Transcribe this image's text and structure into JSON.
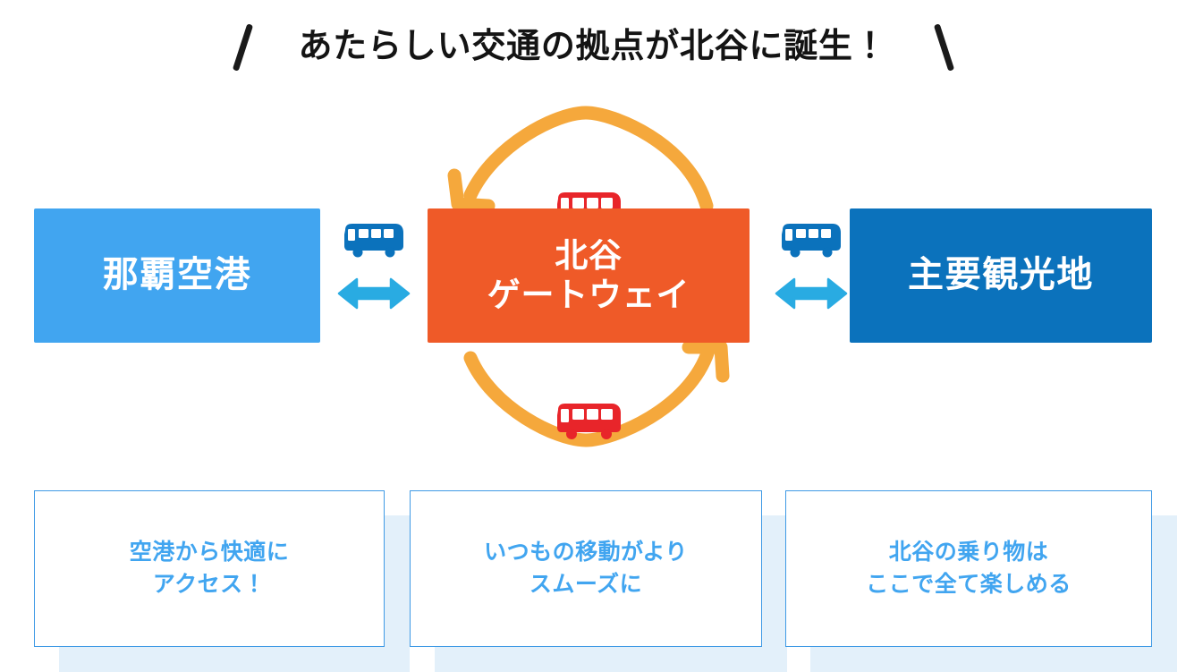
{
  "page": {
    "title": "あたらしい交通の拠点が北谷に誕生！",
    "slash_left": "\\",
    "slash_right": "/"
  },
  "colors": {
    "airport_blue": "#41A5F0",
    "hub_orange": "#EF5A28",
    "sights_blue": "#0B72BC",
    "arc_amber": "#F5A83C",
    "bus_red": "#E8252A",
    "bus_blue": "#0B72BC",
    "arrow_blue": "#29ABE2",
    "card_border": "#3F9AE5",
    "card_shadow": "#E3F0FA",
    "card_text": "#41A5F0",
    "title_text": "#141414"
  },
  "diagram": {
    "nodes": [
      {
        "id": "airport",
        "label": "那覇空港",
        "line2": ""
      },
      {
        "id": "hub",
        "label": "北谷",
        "line2": "ゲートウェイ"
      },
      {
        "id": "sights",
        "label": "主要観光地",
        "line2": ""
      }
    ],
    "connectors": [
      {
        "id": "airport-hub",
        "bus_icon": "bus-icon",
        "arrow_icon": "double-arrow-icon"
      },
      {
        "id": "hub-sights",
        "bus_icon": "bus-icon",
        "arrow_icon": "double-arrow-icon"
      }
    ],
    "loop": {
      "top": {
        "icon": "red-bus-icon",
        "direction": "left",
        "arrow_icon": "curved-arrow-left-icon"
      },
      "bottom": {
        "icon": "red-bus-icon",
        "direction": "right",
        "arrow_icon": "curved-arrow-right-icon"
      }
    }
  },
  "cards": [
    {
      "line1": "空港から快適に",
      "line2": "アクセス！"
    },
    {
      "line1": "いつもの移動がより",
      "line2": "スムーズに"
    },
    {
      "line1": "北谷の乗り物は",
      "line2": "ここで全て楽しめる"
    }
  ]
}
